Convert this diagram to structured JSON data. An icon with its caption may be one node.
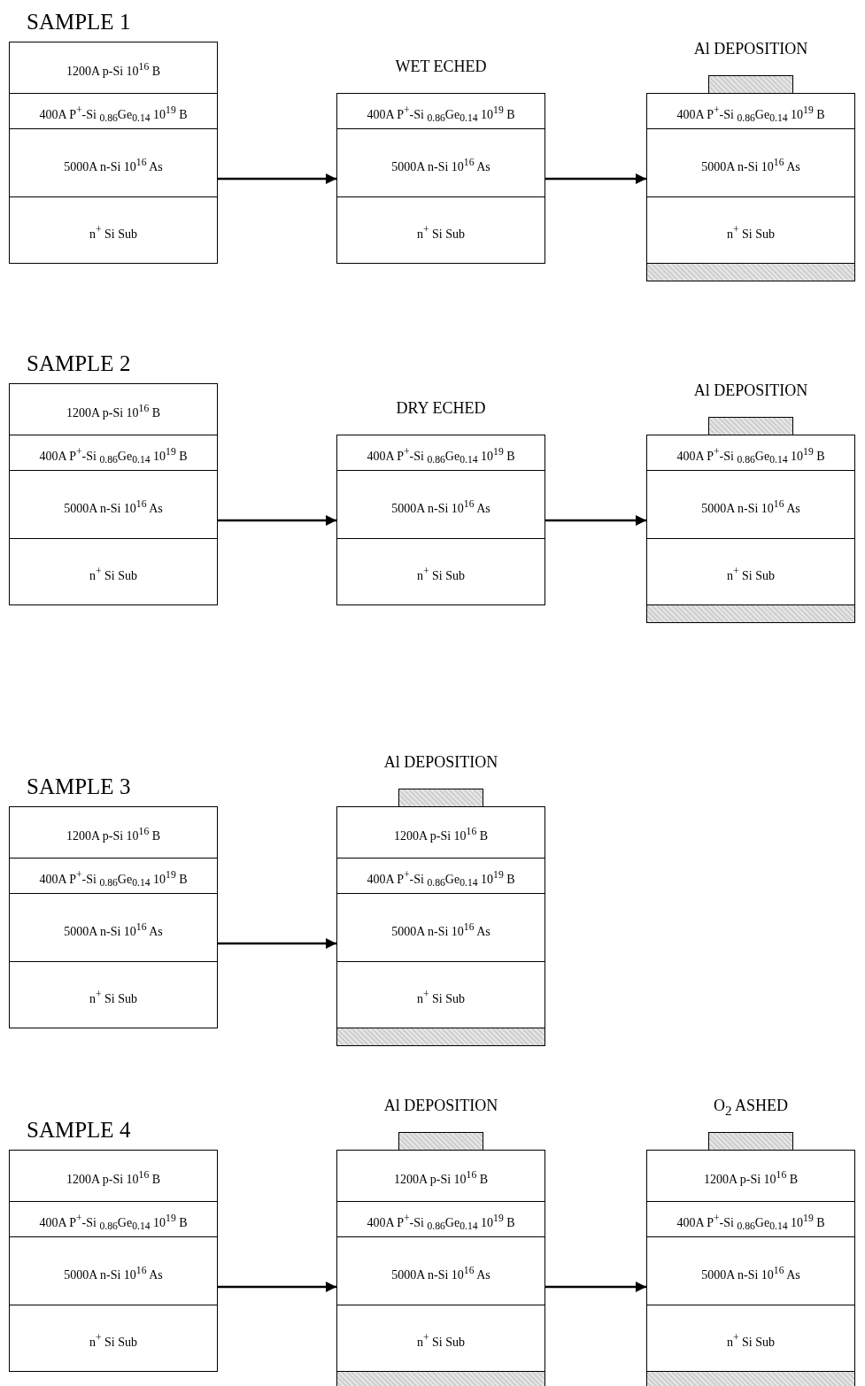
{
  "diagram": {
    "nodes": [
      {
        "text": [
          "SAMPLE 1"
        ]
      },
      {
        "text": [
          "1200A p-Si 10$^{16}$ B"
        ],
        "in": 0
      },
      {
        "text": [
          "400A P$^{+}$-Si $_{0.86}$Ge$_{0.14}$ 10$^{19}$ B"
        ],
        "in": 0
      },
      {
        "text": [
          "5000A n-Si 10$^{16}$ As"
        ],
        "in": 0
      },
      {
        "text": [
          "n$^{+}$ Si Sub"
        ],
        "in": 0
      },
      {
        "text": [
          "WET ECHED"
        ]
      },
      {
        "text": [
          "400A P$^{+}$-Si $_{0.86}$Ge$_{0.14}$ 10$^{19}$ B"
        ],
        "in": 5
      },
      {
        "text": [
          "5000A n-Si 10$^{16}$ As"
        ],
        "in": 5
      },
      {
        "text": [
          "n$^{+}$ Si Sub"
        ],
        "in": 5
      },
      {
        "text": [
          "Al DEPOSITION"
        ]
      },
      {
        "text": [
          "400A P$^{+}$-Si $_{0.86}$Ge$_{0.14}$ 10$^{19}$ B"
        ],
        "in": 9
      },
      {
        "text": [
          "5000A n-Si 10$^{16}$ As"
        ],
        "in": 9
      },
      {
        "text": [
          "n$^{+}$ Si Sub"
        ],
        "in": 9
      },
      {
        "text": [],
        "shape": "bar"
      },
      {
        "text": [],
        "shape": "bar"
      },
      {
        "text": [
          "SAMPLE 2"
        ]
      },
      {
        "text": [
          "1200A p-Si 10$^{16}$ B"
        ],
        "in": 15
      },
      {
        "text": [
          "400A P$^{+}$-Si $_{0.86}$Ge$_{0.14}$ 10$^{19}$ B"
        ],
        "in": 15
      },
      {
        "text": [
          "5000A n-Si 10$^{16}$ As"
        ],
        "in": 15
      },
      {
        "text": [
          "n$^{+}$ Si Sub"
        ],
        "in": 15
      },
      {
        "text": [
          "DRY ECHED"
        ]
      },
      {
        "text": [
          "400A P$^{+}$-Si $_{0.86}$Ge$_{0.14}$ 10$^{19}$ B"
        ],
        "in": 20
      },
      {
        "text": [
          "5000A n-Si 10$^{16}$ As"
        ],
        "in": 20
      },
      {
        "text": [
          "n$^{+}$ Si Sub"
        ],
        "in": 20
      },
      {
        "text": [
          "Al DEPOSITION"
        ]
      },
      {
        "text": [
          "400A P$^{+}$-Si $_{0.86}$Ge$_{0.14}$ 10$^{19}$ B"
        ],
        "in": 24
      },
      {
        "text": [
          "5000A n-Si 10$^{16}$ As"
        ],
        "in": 24
      },
      {
        "text": [
          "n$^{+}$ Si Sub"
        ],
        "in": 24
      },
      {
        "text": [],
        "shape": "bar"
      },
      {
        "text": [],
        "shape": "bar"
      },
      {
        "text": [
          "SAMPLE 3"
        ]
      },
      {
        "text": [
          "1200A p-Si 10$^{16}$ B"
        ],
        "in": 30
      },
      {
        "text": [
          "400A P$^{+}$-Si $_{0.86}$Ge$_{0.14}$ 10$^{19}$ B"
        ],
        "in": 30
      },
      {
        "text": [
          "5000A n-Si 10$^{16}$ As"
        ],
        "in": 30
      },
      {
        "text": [
          "n$^{+}$ Si Sub"
        ],
        "in": 30
      },
      {
        "text": [
          "Al DEPOSITION"
        ]
      },
      {
        "text": [
          "1200A p-Si 10$^{16}$ B"
        ],
        "in": 35
      },
      {
        "text": [
          "400A P$^{+}$-Si $_{0.86}$Ge$_{0.14}$ 10$^{19}$ B"
        ],
        "in": 35
      },
      {
        "text": [
          "5000A n-Si 10$^{16}$ As"
        ],
        "in": 35
      },
      {
        "text": [
          "n$^{+}$ Si Sub"
        ],
        "in": 35
      },
      {
        "text": [],
        "shape": "bar"
      },
      {
        "text": [],
        "shape": "bar"
      },
      {
        "text": [
          "SAMPLE 4"
        ]
      },
      {
        "text": [
          "1200A p-Si 10$^{16}$ B"
        ],
        "in": 42
      },
      {
        "text": [
          "400A P$^{+}$-Si $_{0.86}$Ge$_{0.14}$ 10$^{19}$ B"
        ],
        "in": 42
      },
      {
        "text": [
          "5000A n-Si 10$^{16}$ As"
        ],
        "in": 42
      },
      {
        "text": [
          "n$^{+}$ Si Sub"
        ],
        "in": 42
      },
      {
        "text": [
          "Al DEPOSITION"
        ]
      },
      {
        "text": [
          "1200A p-Si 10$^{16}$ B"
        ],
        "in": 47
      },
      {
        "text": [
          "400A P$^{+}$-Si $_{0.86}$Ge$_{0.14}$ 10$^{19}$ B"
        ],
        "in": 47
      },
      {
        "text": [
          "5000A n-Si 10$^{16}$ As"
        ],
        "in": 47
      },
      {
        "text": [
          "n$^{+}$ Si Sub"
        ],
        "in": 47
      },
      {
        "text": [],
        "shape": "bar"
      },
      {
        "text": [],
        "shape": "bar"
      },
      {
        "text": [
          "O$_{2}$ ASHED"
        ]
      },
      {
        "text": [
          "1200A p-Si 10$^{16}$ B"
        ],
        "in": 54
      },
      {
        "text": [
          "400A P$^{+}$-Si $_{0.86}$Ge$_{0.14}$ 10$^{19}$ B"
        ],
        "in": 54
      },
      {
        "text": [
          "5000A n-Si 10$^{16}$ As"
        ],
        "in": 54
      },
      {
        "text": [
          "n$^{+}$ Si Sub"
        ],
        "in": 54
      },
      {
        "text": [],
        "shape": "bar"
      },
      {
        "text": [],
        "shape": "bar"
      }
    ],
    "edges": [
      {
        "from": 0,
        "to": 5,
        "arrow": "to"
      },
      {
        "from": 5,
        "to": 9,
        "arrow": "to"
      },
      {
        "from": 15,
        "to": 20,
        "arrow": "to"
      },
      {
        "from": 20,
        "to": 24,
        "arrow": "to"
      },
      {
        "from": 30,
        "to": 35,
        "arrow": "to"
      },
      {
        "from": 42,
        "to": 47,
        "arrow": "to"
      },
      {
        "from": 47,
        "to": 54,
        "arrow": "to"
      }
    ]
  }
}
